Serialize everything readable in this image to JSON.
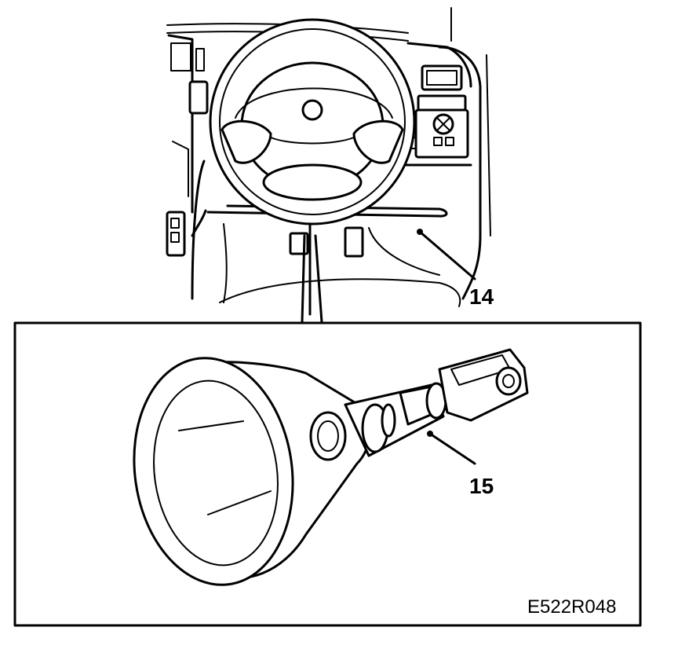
{
  "callouts": {
    "steering_column": "14",
    "bushing": "15"
  },
  "figure_code": "E522R048"
}
